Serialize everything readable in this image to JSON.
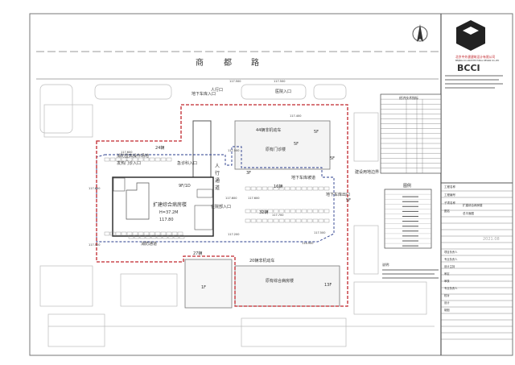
{
  "road": {
    "name_chars": [
      "商",
      "都",
      "路"
    ]
  },
  "labels": {
    "pedestrian_entrance": "人行口",
    "garage_entrance": "地下车库入口",
    "hospital_entrance": "医院入口",
    "bike_44": "44辆非机动车",
    "existing_outpatient": "原有门诊楼",
    "parking_24": "24辆",
    "fire_climbing_area": "消防登高操作场地",
    "fever_clinic_entrance": "发热门诊入口",
    "emergency_entrance": "急诊科入口",
    "new_ward_building": "扩建综合病房楼",
    "new_ward_height": "H=37.2M",
    "new_ward_elev": "117.80",
    "new_ward_floors": "9F/1D",
    "pedestrian_path_chars": [
      "人",
      "行",
      "通",
      "道"
    ],
    "inpatient_entrance": "住院部入口",
    "parking_32": "32辆",
    "parking_16": "16辆",
    "garage_exit": "地下车库出口",
    "garage_ramp": "地下车库坡道",
    "site_boundary": "建设用地边界",
    "fire_lane": "消防通道",
    "parking_27": "27辆",
    "bike_20": "20辆非机动车",
    "existing_ward": "原有综合病房楼",
    "floors": [
      "5F",
      "5F",
      "5F",
      "3F",
      "5F",
      "13F",
      "1F"
    ],
    "elevations": [
      "117.500",
      "117.500",
      "117.400",
      "117.650",
      "117.600",
      "117.500",
      "117.600",
      "117.600",
      "117.700",
      "117.200",
      "117.500",
      "116.900",
      "117.500"
    ]
  },
  "title_block": {
    "company_cn": "北京中外建建筑设计有限公司",
    "company_en": "BEIJING CCI ARCHITECTURAL DESIGN CO.,LTD",
    "brand": "BCCI",
    "project_name_label": "工程名称",
    "project_no_label": "工程编号",
    "subproject_label": "子项名称",
    "subproject_value": "扩建综合病房楼",
    "drawing_name_label": "图名",
    "drawing_name_value": "总平面图",
    "date_value": "2021.08",
    "rows": [
      "项目负责人",
      "专业负责人",
      "设计主持",
      "审定",
      "审核",
      "专业负责人",
      "校对",
      "设计",
      "制图"
    ]
  },
  "tables": {
    "indicators_title": "经济技术指标",
    "legend_title": "图例",
    "notes_title": "说明:"
  },
  "colors": {
    "boundary": "#c0262c",
    "fire_lane": "#2a3c8c",
    "line": "#8a8a8a"
  }
}
